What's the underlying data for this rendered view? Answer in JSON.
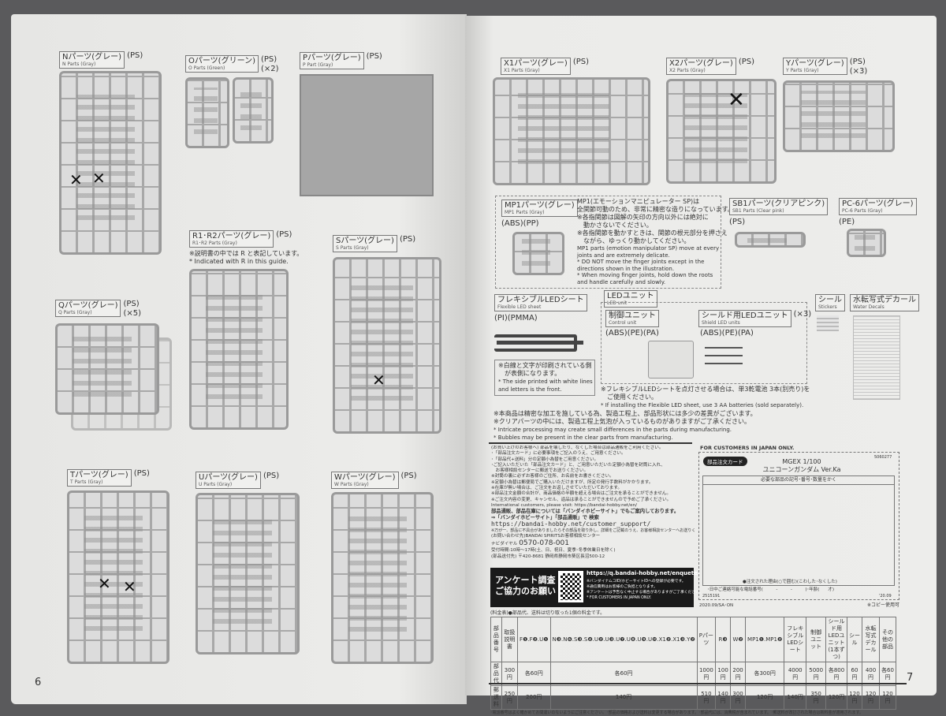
{
  "left_page": {
    "page_number": "6",
    "parts": [
      {
        "id": "N",
        "label": "Nパーツ(グレー)",
        "en": "N Parts (Gray)",
        "material": "(PS)"
      },
      {
        "id": "O",
        "label": "Oパーツ(グリーン)",
        "en": "O Parts (Green)",
        "material": "(PS)",
        "qty": "(×2)"
      },
      {
        "id": "P",
        "label": "Pパーツ(グレー)",
        "en": "P Part (Gray)",
        "material": "(PS)"
      },
      {
        "id": "R",
        "label": "R1･R2パーツ(グレー)",
        "en": "R1･R2 Parts (Gray)",
        "material": "(PS)",
        "note_jp": "※説明書の中では R と表記しています。",
        "note_en": "* Indicated with R in this guide."
      },
      {
        "id": "S",
        "label": "Sパーツ(グレー)",
        "en": "S Parts (Gray)",
        "material": "(PS)"
      },
      {
        "id": "Q",
        "label": "Qパーツ(グレー)",
        "en": "Q Parts (Gray)",
        "material": "(PS)",
        "qty": "(×5)"
      },
      {
        "id": "T",
        "label": "Tパーツ(グレー)",
        "en": "T Parts (Gray)",
        "material": "(PS)"
      },
      {
        "id": "U",
        "label": "Uパーツ(グレー)",
        "en": "U Parts (Gray)",
        "material": "(PS)"
      },
      {
        "id": "W",
        "label": "Wパーツ(グレー)",
        "en": "W Parts (Gray)",
        "material": "(PS)"
      }
    ]
  },
  "right_page": {
    "page_number": "7",
    "parts": [
      {
        "id": "X1",
        "label": "X1パーツ(グレー)",
        "en": "X1 Parts (Gray)",
        "material": "(PS)"
      },
      {
        "id": "X2",
        "label": "X2パーツ(グレー)",
        "en": "X2 Parts (Gray)",
        "material": "(PS)"
      },
      {
        "id": "Y",
        "label": "Yパーツ(グレー)",
        "en": "Y Parts (Gray)",
        "material": "(PS)",
        "qty": "(×3)"
      },
      {
        "id": "SB1",
        "label": "SB1パーツ(クリアピンク)",
        "en": "SB1 Parts (Clear pink)",
        "material": "(PS)"
      },
      {
        "id": "PC6",
        "label": "PC-6パーツ(グレー)",
        "en": "PC-6 Parts (Gray)",
        "material": "(PE)"
      }
    ],
    "mp1": {
      "label": "MP1パーツ(グレー)",
      "en": "MP1 Parts (Gray)",
      "material": "(ABS)(PP)",
      "notes": [
        "MP1(エモーションマニピュレーター SP)は",
        "全関節可動のため、非常に精密な造りになっています。",
        "※各指関節は図解の矢印の方向以外には絶対に",
        "　動かさないでください。",
        "※各指関節を動かすときは、関節の根元部分を押さえ",
        "　ながら、ゆっくり動かしてください。",
        "MP1 parts (emotion manipulator SP) move at every",
        "joints and are extremely delicate.",
        "* DO NOT move the finger joints except in the",
        "  directions shown in the illustration.",
        "* When moving finger joints, hold down the roots",
        "  and handle carefully and slowly."
      ]
    },
    "flex_led": {
      "label": "フレキシブルLEDシート",
      "en": "Flexible LED sheet",
      "material": "(PI)(PMMA)",
      "notes": [
        "※白線と文字が印刷されている側",
        "　が表側になります。",
        "* The side printed with white lines",
        "  and letters is the front."
      ]
    },
    "led_unit": {
      "label": "LEDユニット",
      "en": "LED unit",
      "control": {
        "label": "制御ユニット",
        "en": "Control unit",
        "material": "(ABS)(PE)(PA)"
      },
      "shield": {
        "label": "シールド用LEDユニット",
        "en": "Shield LED units",
        "material": "(ABS)(PE)(PA)",
        "qty": "(×3)"
      },
      "notes": [
        "※フレキシブルLEDシートを点灯させる場合は、単3乾電池 3本(別売り)を",
        "　ご使用ください。",
        "* If installing the Flexible LED sheet, use 3 AA batteries (sold separately)."
      ]
    },
    "stickers": {
      "label": "シール",
      "en": "Stickers"
    },
    "decals": {
      "label": "水転写式デカール",
      "en": "Water Decals"
    },
    "general_notes": [
      "※本商品は精密な加工を施している為、製造工程上、部品形状には多少の差異がございます。",
      "※クリアパーツの中には、製造工程上気泡が入っているものがありますがご了承ください。",
      "* Intricate processing may create small differences in the parts during manufacturing.",
      "* Bubbles may be present in the clear parts from manufacturing."
    ],
    "customer": {
      "lines": [
        "(お買い上げのお客様へ) 部品を壊したり、なくした場合は部品通販をご利用ください。",
        "･「部品注文カード」に必要事項をご記入のうえ、ご用意ください。",
        "･「部品代+送料」分の定額小為替をご用意ください。",
        "･ご記入いただいた「部品注文カード」と、ご用意いただいた定額小為替を封筒に入れ、",
        "　お客様相談センターに郵送でお送りください。",
        "※封筒の裏に必ずお客様のご住所、お名前をお書きください。",
        "※定額小為替は郵便局でご購入いただけますが、所定の発行手数料がかかります。",
        "※在庫が無い場合は、ご注文をお返しさせていただいております。",
        "※部品注文金額の合計が、商品価格の半額を超える場合はご注文を承ることができません。",
        "※ご注文内容の変更、キャンセル、返品は承ることができませんので予めご了承ください。",
        "International customers, please visit: https://bandai-hobby.net/en/"
      ],
      "bold1": "部品通販、部品在庫については「バンダイホビーサイト」でもご案内しております。",
      "bold2": "⇒「バンダイホビーサイト」「部品通販」で 検索",
      "url": "https://bandai-hobby.net/customer_support/",
      "small": "※万が一、部品に不具合がありましたらその部品を取り外し、詳細をご記載のうえ、お客様相談センターへお送りください。",
      "contact": "(お問い合わせ先)BANDAI SPIRITSお客様相談センター",
      "dial_label": "ナビダイヤル",
      "phone": "0570-078-001",
      "hours": "受付時間:10時～17時(土、日、祝日、夏季･冬季休業日を除く)",
      "address": "(部品送付先) 〒420-8681 静岡県静岡市葵区長沼500-12"
    },
    "survey": {
      "title1": "アンケート調査",
      "title2": "ご協力のお願い",
      "url": "https://q.bandai-hobby.net/enquete/",
      "notes": [
        "※バンダイナムコID/ホビーサイトIDへの登録が必要です。",
        "※通信費用はお客様のご負担となります。",
        "※アンケートは予告なく中止する場合がありますがご了承ください。",
        "* FOR CUSTOMERS IN JAPAN ONLY."
      ]
    },
    "order_card": {
      "header": "FOR CUSTOMERS IN JAPAN ONLY.",
      "badge": "部品注文カード",
      "code": "5060277",
      "product1": "MGEX 1/100",
      "product2": "ユニコーンガンダム Ver.Ka",
      "instruction": "必要な部品の記号･番号･数量をかく",
      "reason": "●注文された理由(○で囲む)(こわした･なくした)",
      "phone": "･日中ご連絡可能な電話番号(　　　-　　　-　　　)･年齢(　　才)",
      "num": "2515191",
      "year": "'20.09",
      "date": "2020.09/SA･ON",
      "copy": "※コピー使用可"
    },
    "price_table": {
      "caption": "(料金表)●部品代、送料は切り取った1個の料金です。",
      "headers": [
        "部品番号",
        "取扱説明書",
        "F❶.F❷.U❶",
        "N❸.N❻.S❸.S❹.U❷.U❸.U❼.U❽.U❾.U❿.X1❷.X1❸.Y❷",
        "Pパーツ",
        "R❸",
        "W❷",
        "MP1❶.MP1❷",
        "フレキシブルLEDシート",
        "制御ユニット",
        "シールド用LEDユニット(1本ずつ)",
        "シール",
        "水転写式デカール",
        "その他の部品"
      ],
      "rows": [
        {
          "label": "部品代",
          "values": [
            "300円",
            "各60円",
            "各60円",
            "1000円",
            "100円",
            "200円",
            "各300円",
            "4000円",
            "5000円",
            "各800円",
            "60円",
            "400円",
            "各60円"
          ]
        },
        {
          "label": "郵送料",
          "values": [
            "250円",
            "200円",
            "140円",
            "510円",
            "140円",
            "300円",
            "120円",
            "140円",
            "350円",
            "120円",
            "120円",
            "120円",
            "120円"
          ]
        }
      ],
      "footer": "･電話番号はよく確かめてお間違いのないようにご注意ください。･部品の価格および送料は変更する場合があります。･部品代には、消費税が含まれています。･郵送料が改訂された場合は新料金が適用されます。"
    }
  }
}
